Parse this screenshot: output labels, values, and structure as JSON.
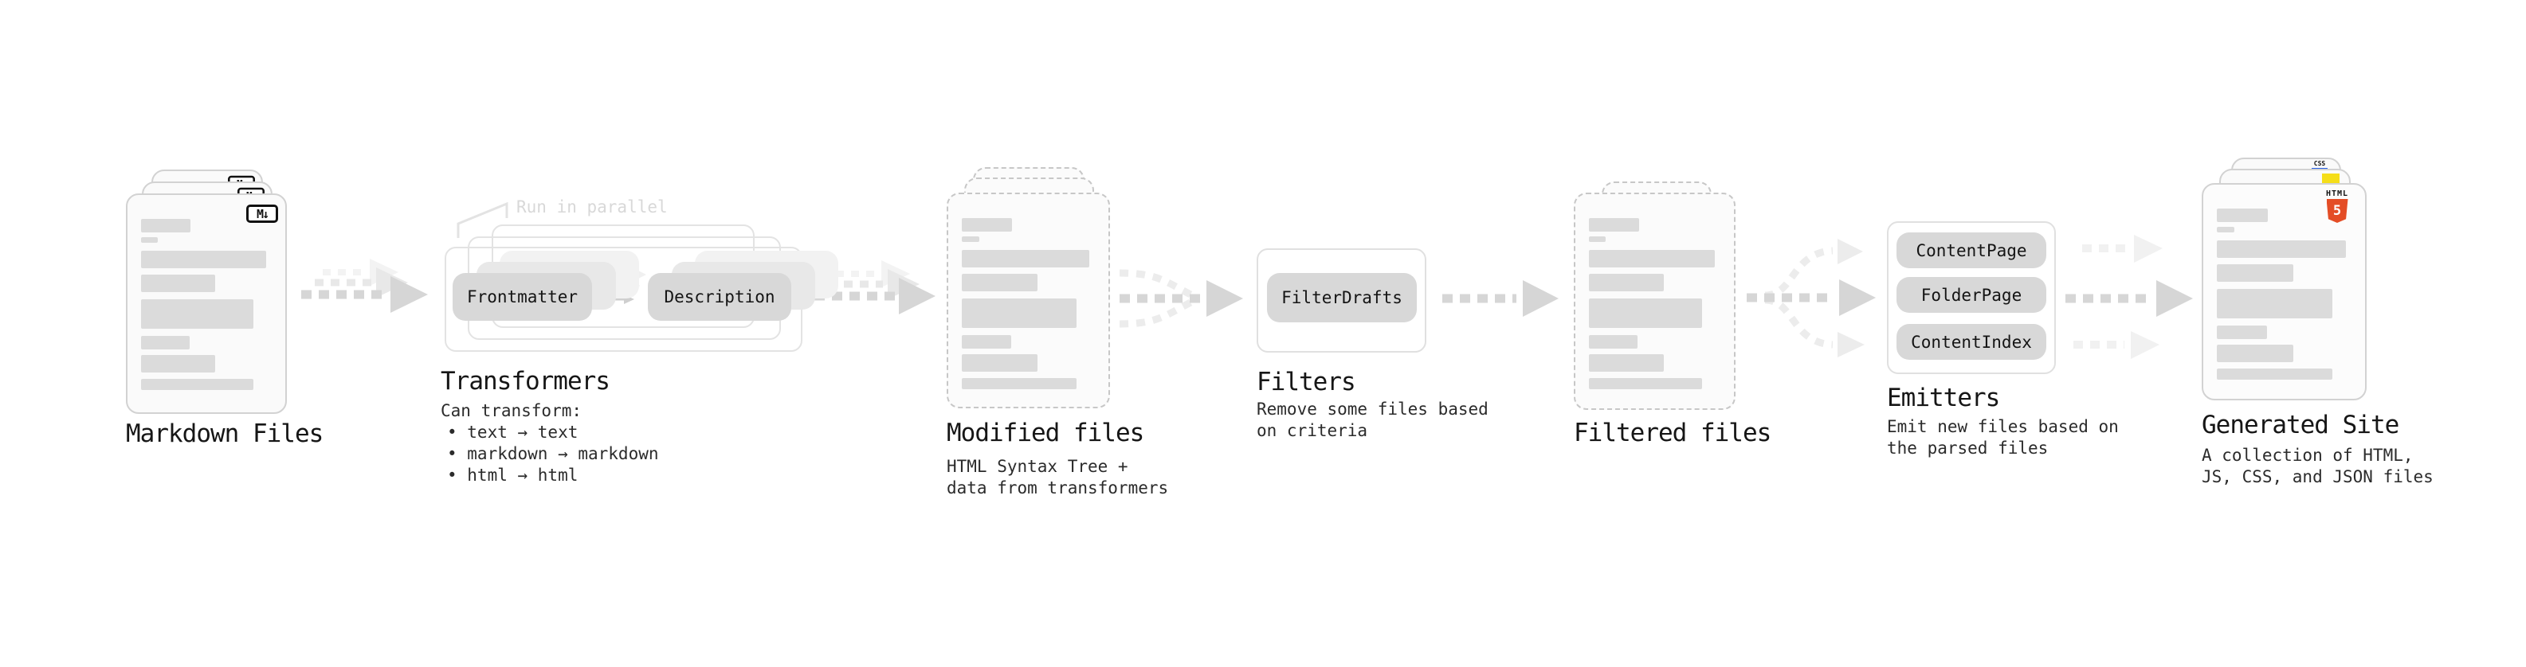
{
  "stages": {
    "markdown_files": {
      "label": "Markdown Files"
    },
    "transformers": {
      "label": "Transformers",
      "note": "Run in parallel",
      "buttons": [
        "Frontmatter",
        "Description"
      ],
      "desc": [
        "Can transform:",
        "• text → text",
        "• markdown → markdown",
        "• html → html"
      ]
    },
    "modified_files": {
      "label": "Modified files",
      "desc": [
        "HTML Syntax Tree +",
        "data from transformers"
      ]
    },
    "filters": {
      "label": "Filters",
      "buttons": [
        "FilterDrafts"
      ],
      "desc": [
        "Remove some files based",
        "on criteria"
      ]
    },
    "filtered_files": {
      "label": "Filtered files"
    },
    "emitters": {
      "label": "Emitters",
      "buttons": [
        "ContentPage",
        "FolderPage",
        "ContentIndex"
      ],
      "desc": [
        "Emit new files based on",
        "the parsed files"
      ]
    },
    "generated_site": {
      "label": "Generated Site",
      "desc": [
        "A collection of HTML,",
        "JS, CSS, and JSON files"
      ]
    }
  },
  "icons": {
    "markdown_badge": "M↓",
    "html5_label": "HTML",
    "html5_number": "5",
    "css_label": "CSS"
  },
  "colors": {
    "html5_orange": "#e44d26",
    "js_yellow": "#f5de19",
    "css_blue": "#2760e6",
    "arrow_main": "#d6d6d6"
  }
}
